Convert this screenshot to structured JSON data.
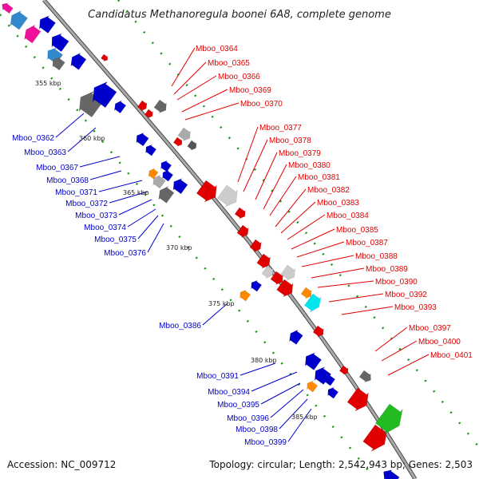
{
  "title": "Candidatus Methanoregula boonei 6A8, complete genome",
  "footer": {
    "accession": "Accession: NC_009712",
    "summary": "Topology: circular; Length: 2,542,943 bp; Genes: 2,503"
  },
  "scale_labels": [
    "355 kbp",
    "360 kbp",
    "365 kbp",
    "370 kbp",
    "375 kbp",
    "380 kbp",
    "385 kbp"
  ],
  "genes_forward": [
    "Mboo_0364",
    "Mboo_0365",
    "Mboo_0366",
    "Mboo_0369",
    "Mboo_0370",
    "Mboo_0377",
    "Mboo_0378",
    "Mboo_0379",
    "Mboo_0380",
    "Mboo_0381",
    "Mboo_0382",
    "Mboo_0383",
    "Mboo_0384",
    "Mboo_0385",
    "Mboo_0387",
    "Mboo_0388",
    "Mboo_0389",
    "Mboo_0390",
    "Mboo_0392",
    "Mboo_0393",
    "Mboo_0397",
    "Mboo_0400",
    "Mboo_0401"
  ],
  "genes_reverse": [
    "Mboo_0362",
    "Mboo_0363",
    "Mboo_0367",
    "Mboo_0368",
    "Mboo_0371",
    "Mboo_0372",
    "Mboo_0373",
    "Mboo_0374",
    "Mboo_0375",
    "Mboo_0376",
    "Mboo_0386",
    "Mboo_0391",
    "Mboo_0394",
    "Mboo_0395",
    "Mboo_0396",
    "Mboo_0398",
    "Mboo_0399"
  ],
  "colors": {
    "forward": "#e00000",
    "reverse": "#0000cc",
    "backbone": "#999999",
    "gc_dots": "#119911",
    "cds_gray": "#777777",
    "rna_orange": "#ff8800",
    "rna_cyan": "#00e5ee",
    "rna_green": "#22bb22",
    "rna_pink": "#ee1199"
  }
}
